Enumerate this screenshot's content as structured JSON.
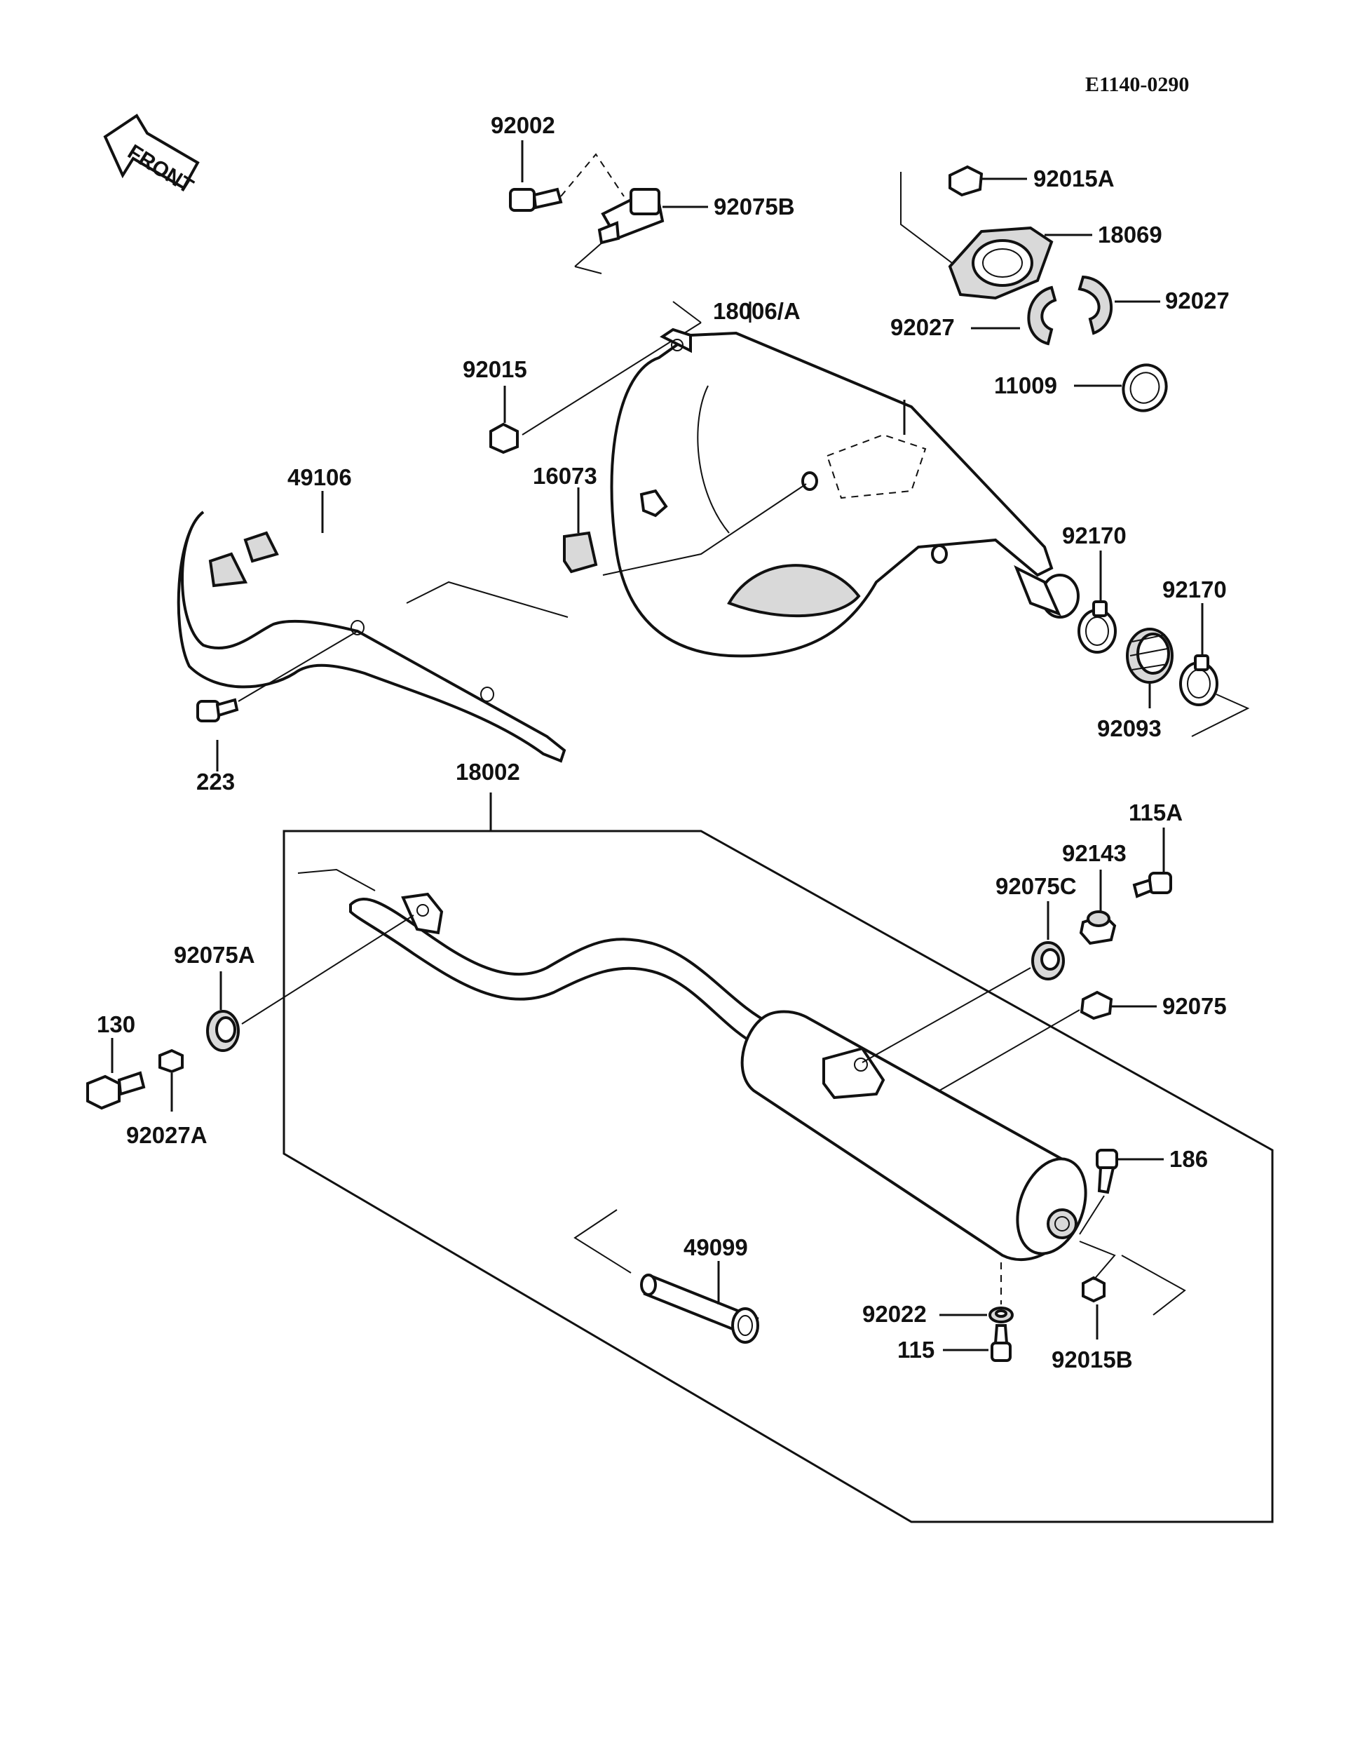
{
  "diagram": {
    "reference_code": "E1140-0290",
    "front_indicator": "FRONT",
    "labels": {
      "p92002": "92002",
      "p92075B": "92075B",
      "p92015A": "92015A",
      "p18069": "18069",
      "p18006A": "18006/A",
      "p92027_left": "92027",
      "p92027_right": "92027",
      "p92015": "92015",
      "p11009": "11009",
      "p49106": "49106",
      "p16073": "16073",
      "p92170_left": "92170",
      "p92170_right": "92170",
      "p92093": "92093",
      "p223": "223",
      "p18002": "18002",
      "p115A": "115A",
      "p92143": "92143",
      "p92075C": "92075C",
      "p92075A": "92075A",
      "p92075": "92075",
      "p130": "130",
      "p92027A": "92027A",
      "p186": "186",
      "p49099": "49099",
      "p92022": "92022",
      "p115": "115",
      "p92015B": "92015B"
    }
  }
}
